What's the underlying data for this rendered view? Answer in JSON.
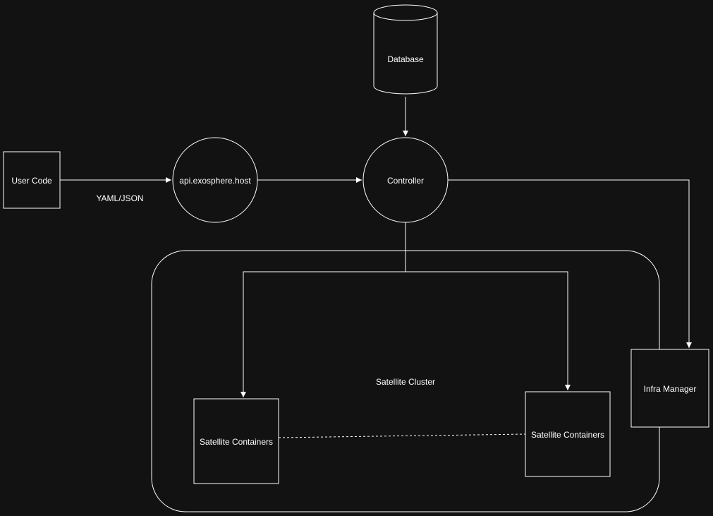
{
  "diagram": {
    "nodes": {
      "database": "Database",
      "user_code": "User Code",
      "api": "api.exosphere.host",
      "controller": "Controller",
      "infra_manager": "Infra Manager",
      "cluster": "Satellite Cluster",
      "satellite_left": "Satellite Containers",
      "satellite_right": "Satellite Containers"
    },
    "edge_labels": {
      "user_to_api": "YAML/JSON"
    },
    "colors": {
      "background": "#121212",
      "stroke": "#ffffff",
      "text": "#ffffff"
    }
  }
}
